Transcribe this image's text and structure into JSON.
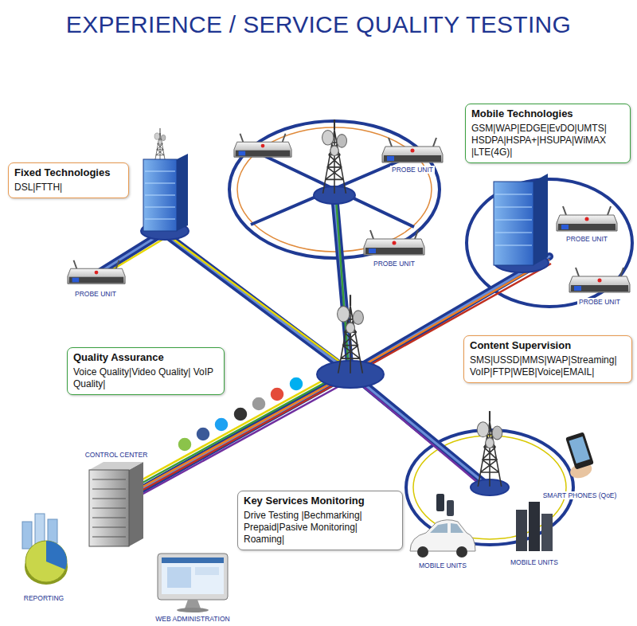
{
  "diagram": {
    "title": "EXPERIENCE / SERVICE QUALITY TESTING",
    "nodes": [
      {
        "text": [
          "Mobile Technologies",
          "GSM|WAP|EDGE|EvDO|UMTS| HSDPA|HSPA+|HSUPA|WiMAX |LTE(4G)|"
        ]
      },
      {
        "text": [
          "Fixed Technologies",
          "DSL|FTTH|"
        ]
      },
      {
        "text": [
          "Content Supervision",
          "SMS|USSD|MMS|WAP|Streaming| VoIP|FTP|WEB|Voice|EMAIL|"
        ]
      },
      {
        "text": [
          "Quality Assurance",
          "Voice Quality|Video Quality| VoIP Quality|"
        ]
      },
      {
        "text": [
          "Key Services Monitoring",
          "Drive Testing |Bechmarking| Prepaid|Pasive Monitoring| Roaming|"
        ]
      }
    ],
    "labels": [
      "PROBE UNIT",
      "PROBE UNIT",
      "PROBE UNIT",
      "PROBE UNIT",
      "PROBE UNIT",
      "CONTROL CENTER",
      "SMART PHONES (QoE)",
      "MOBILE UNITS",
      "MOBILE UNITS",
      "REPORTING",
      "WEB ADMINISTRATION"
    ]
  }
}
